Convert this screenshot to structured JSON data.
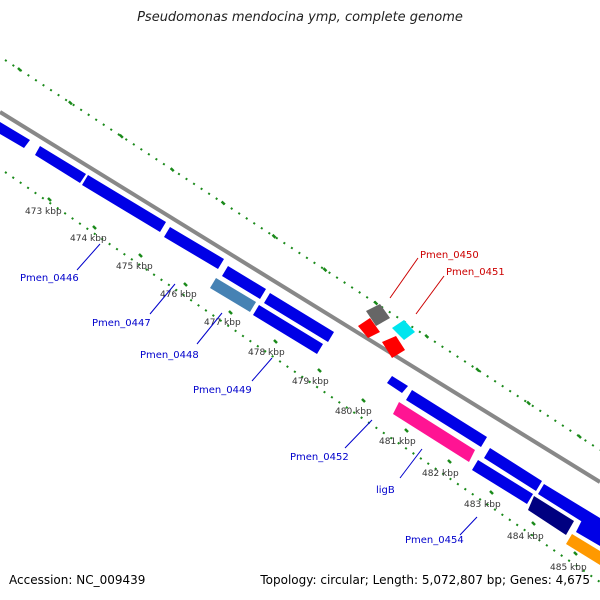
{
  "title": "Pseudomonas mendocina ymp, complete genome",
  "footer": {
    "accession": "Accession: NC_009439",
    "summary": "Topology: circular; Length: 5,072,807 bp; Genes: 4,675"
  },
  "colors": {
    "backbone": "#888888",
    "tick_major": "#1a8a1a",
    "gene_blue": "#0000e6",
    "gene_red": "#ff0000",
    "gene_cyan": "#00e5ee",
    "gene_pink": "#ff1493",
    "gene_gray": "#666666",
    "gene_steel": "#4682b4",
    "gene_navy": "#000080",
    "gene_orange": "#ff9900",
    "label_blue": "#0000cc",
    "label_red": "#cc0000"
  },
  "scale_labels": [
    "473 kbp",
    "474 kbp",
    "475 kbp",
    "476 kbp",
    "477 kbp",
    "478 kbp",
    "479 kbp",
    "480 kbp",
    "481 kbp",
    "482 kbp",
    "483 kbp",
    "484 kbp",
    "485 kbp"
  ],
  "gene_labels": [
    {
      "text": "Pmen_0446",
      "color": "blue"
    },
    {
      "text": "Pmen_0447",
      "color": "blue"
    },
    {
      "text": "Pmen_0448",
      "color": "blue"
    },
    {
      "text": "Pmen_0449",
      "color": "blue"
    },
    {
      "text": "Pmen_0452",
      "color": "blue"
    },
    {
      "text": "ligB",
      "color": "blue"
    },
    {
      "text": "Pmen_0454",
      "color": "blue"
    },
    {
      "text": "Pmen_0450",
      "color": "red"
    },
    {
      "text": "Pmen_0451",
      "color": "red"
    }
  ]
}
